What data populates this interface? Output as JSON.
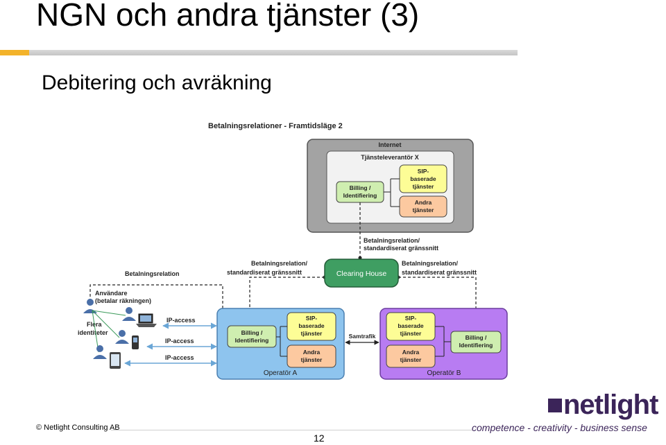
{
  "slide": {
    "title": "NGN och andra tjänster (3)",
    "subtitle": "Debitering och avräkning"
  },
  "diagram": {
    "heading": "Betalningsrelationer - Framtidsläge 2",
    "internet": {
      "label": "Internet",
      "provider_label": "Tjänsteleverantör X",
      "billing": [
        "Billing /",
        "Identifiering"
      ],
      "sip": [
        "SIP-",
        "baserade",
        "tjänster"
      ],
      "other": [
        "Andra",
        "tjänster"
      ]
    },
    "relation_top": [
      "Betalningsrelation/",
      "standardiserat gränssnitt"
    ],
    "relation_left": [
      "Betalningsrelation/",
      "standardiserat gränssnitt"
    ],
    "relation_right": [
      "Betalningsrelation/",
      "standardiserat gränssnitt"
    ],
    "clearing_house": "Clearing House",
    "payment_relation": "Betalningsrelation",
    "user": [
      "Användare",
      "(betalar räkningen)"
    ],
    "multiple_identities": [
      "Flera",
      "identiteter"
    ],
    "ip_access": [
      "IP-access",
      "IP-access",
      "IP-access"
    ],
    "operator_a": {
      "label": "Operatör A",
      "billing": [
        "Billing /",
        "Identifiering"
      ],
      "sip": [
        "SIP-",
        "baserade",
        "tjänster"
      ],
      "other": [
        "Andra",
        "tjänster"
      ]
    },
    "operator_b": {
      "label": "Operatör B",
      "billing": [
        "Billing /",
        "Identifiering"
      ],
      "sip": [
        "SIP-",
        "baserade",
        "tjänster"
      ],
      "other": [
        "Andra",
        "tjänster"
      ]
    },
    "interconnect": "Samtrafik",
    "colors": {
      "internet_bg": "#a3a3a3",
      "provider_bg": "#f2f2f2",
      "billing_green": "#cfeeb0",
      "sip_yellow": "#fdfd96",
      "other_orange": "#fcc9a0",
      "clearing_green": "#3f9e62",
      "operator_a_blue": "#8ec4ee",
      "operator_b_purple": "#b87cf2"
    }
  },
  "footer": {
    "copyright": "© Netlight Consulting AB",
    "page_number": "12",
    "logo": "netlight",
    "tagline": "competence - creativity - business sense"
  }
}
